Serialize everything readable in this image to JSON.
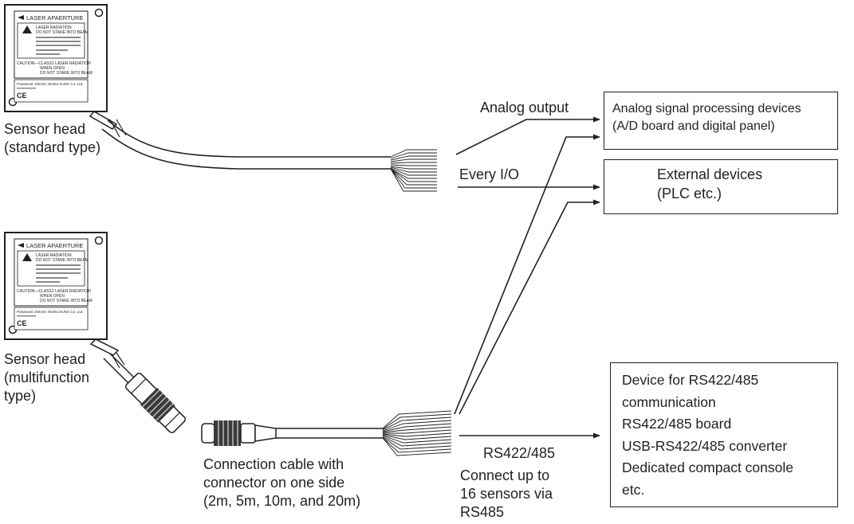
{
  "sensor_heads": [
    {
      "label": "Sensor head\n(standard type)"
    },
    {
      "label": "Sensor head\n(multifunction\n type)"
    }
  ],
  "device_label": {
    "aperture": "LASER APAERTURE",
    "radiation": "LASER RADIATION",
    "stare": "DO NOT STARE INTO BEAM",
    "caution": "CAUTION—CLASS2 LASER RADIATION",
    "when_open": "WHEN OPEN",
    "stare2": "DO NOT STARE INTO BEAM",
    "maker": "Panasonic Electric Works SUNX Co.,Ltd.",
    "ce": "CE"
  },
  "cable": {
    "label": "Connection cable with\nconnector on one side\n(2m, 5m, 10m, and 20m)"
  },
  "connections": {
    "analog": "Analog output",
    "io": "Every I/O",
    "rs": "RS422/485",
    "rs_note": "Connect up to\n16 sensors via\nRS485"
  },
  "targets": {
    "analog": "Analog signal processing devices\n(A/D board and digital panel)",
    "external": "External devices\n(PLC etc.)",
    "rs422": "Device for RS422/485\ncommunication\nRS422/485 board\nUSB-RS422/485 converter\nDedicated compact console\netc."
  }
}
